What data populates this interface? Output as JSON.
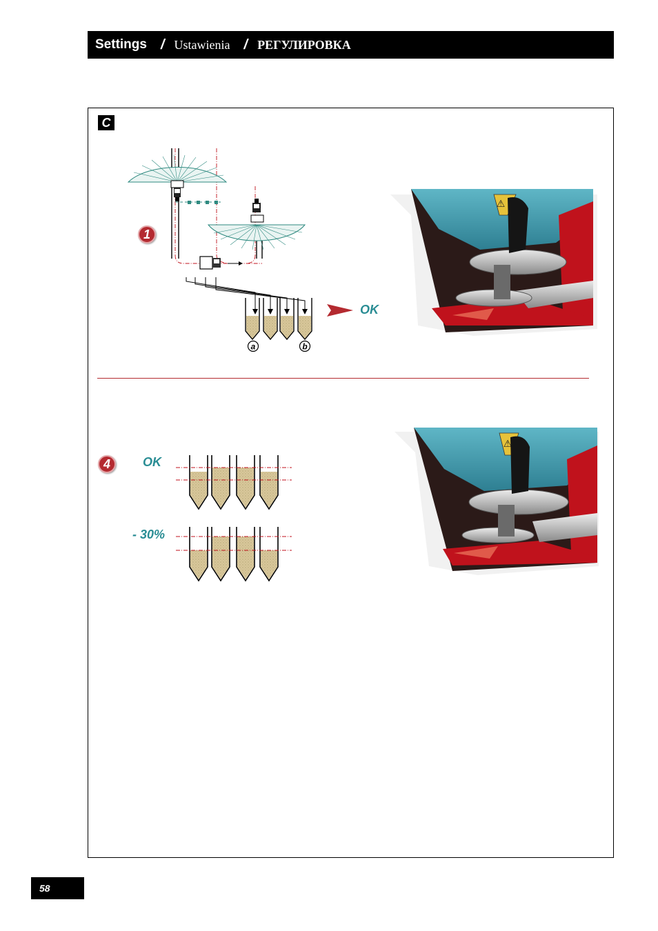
{
  "header": {
    "title_en": "Settings",
    "separator": "/",
    "title_pl": "Ustawienia",
    "title_ru": "РЕГУЛИРОВКА"
  },
  "section": {
    "letter": "C"
  },
  "step1": {
    "number": "1",
    "ok_label": "OK",
    "tray_label_a": "a",
    "tray_label_b": "b"
  },
  "step4": {
    "number": "4",
    "ok_label": "OK",
    "reduction_label": "- 30%"
  },
  "colors": {
    "accent_red": "#b42a30",
    "teal": "#2a8d94",
    "hopper_blue": "#4aa6b8",
    "frame_red": "#c0121c"
  },
  "footer": {
    "page_number": "58"
  }
}
